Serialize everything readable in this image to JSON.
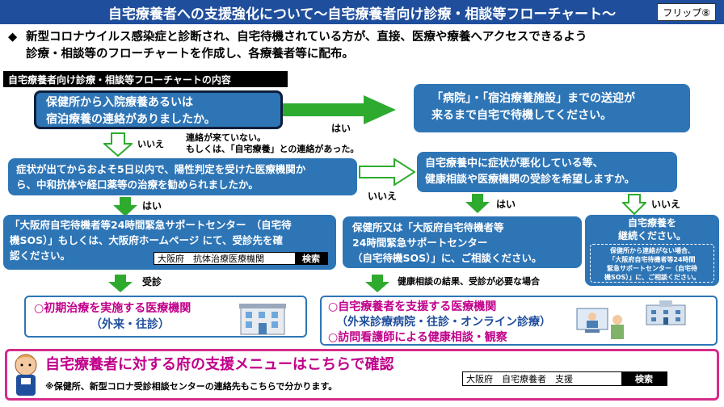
{
  "header": {
    "title": "自宅療養者への支援強化について～自宅療養者向け診療・相談等フローチャート～",
    "flip_label": "フリップ⑧"
  },
  "intro": {
    "bullet": "◆",
    "line1": "新型コロナウイルス感染症と診断され、自宅待機されている方が、直接、医療や療養へアクセスできるよう",
    "line2": "診療・相談等のフローチャートを作成し、各療養者等に配布。"
  },
  "section_label": "自宅療養者向け診療・相談等フローチャートの内容",
  "flow": {
    "q1": [
      "保健所から入院療養あるいは",
      "宿泊療養の連絡がありましたか。"
    ],
    "a1_yes": "はい",
    "r1": [
      "「病院」・「宿泊療養施設」までの送迎が",
      "来るまで自宅で待機してください。"
    ],
    "a1_no": "いいえ",
    "note1": [
      "連絡が来ていない。",
      "もしくは、「自宅療養」との連絡があった。"
    ],
    "q2": [
      "症状が出てからおよそ5日以内で、陽性判定を受けた医療機関か",
      "ら、中和抗体や経口薬等の治療を勧められましたか。"
    ],
    "a2_no": "いいえ",
    "a2_yes": "はい",
    "q3": [
      "自宅療養中に症状が悪化している等、",
      "健康相談や医療機関の受診を希望しますか。"
    ],
    "a3_yes": "はい",
    "a3_no": "いいえ",
    "r2": [
      "「大阪府自宅待機者等24時間緊急サポートセンター　（自宅待",
      "機SOS）」もしくは、大阪府ホームページ にて、受診先を確",
      "認ください。"
    ],
    "r2_search_text": "大阪府　抗体治療医療機関",
    "r2_search_btn": "検索",
    "r3": [
      "保健所又は「大阪府自宅待機者等",
      "24時間緊急サポートセンター",
      "（自宅待機SOS）」に、ご相談ください。"
    ],
    "r4_title": [
      "自宅療養を",
      "継続ください。"
    ],
    "r4_note": [
      "保健所から連絡がない場合、",
      "「大阪府自宅待機者等24時間",
      "緊急サポートセンター（自宅待",
      "機SOS）」に、ご相談ください。"
    ],
    "label_shinsatsu": "受診",
    "label_kenko": "健康相談の結果、受診が必要な場合",
    "end1_line1": "○初期治療を実施する医療機関",
    "end1_line2": "（外来・往診）",
    "end2_line1": "○自宅療養者を支援する医療機関",
    "end2_line2": "（外来診療病院・往診・オンライン診療）",
    "end2_line3": "○訪問看護師による健康相談・観察"
  },
  "bottom": {
    "main": "自宅療養者に対する府の支援メニューはこちらで確認",
    "note": "※保健所、新型コロナ受診相談センターの連絡先もこちらで分かります。",
    "search_text": "大阪府　自宅療養者　支援",
    "search_btn": "検索"
  },
  "colors": {
    "header": "#1f4e9c",
    "box": "#2e75b6",
    "arrow": "#2eab2e",
    "pink": "#c0008a"
  }
}
